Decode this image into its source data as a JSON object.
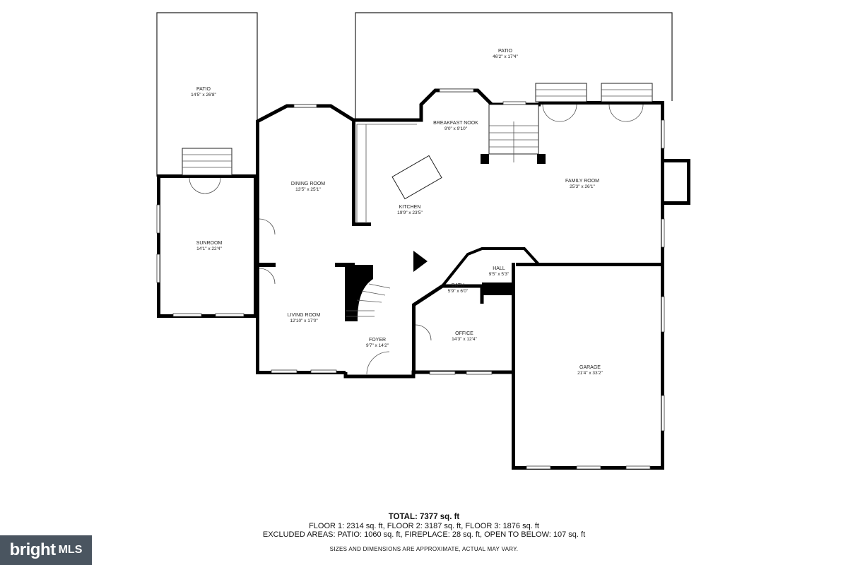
{
  "rooms": [
    {
      "id": "patio-left",
      "name": "PATIO",
      "dim": "14'5\" x 26'8\""
    },
    {
      "id": "patio-top",
      "name": "PATIO",
      "dim": "46'2\" x 17'4\""
    },
    {
      "id": "breakfast-nook",
      "name": "BREAKFAST NOOK",
      "dim": "9'0\" x 9'10\""
    },
    {
      "id": "dining-room",
      "name": "DINING ROOM",
      "dim": "13'5\" x 25'1\""
    },
    {
      "id": "family-room",
      "name": "FAMILY ROOM",
      "dim": "25'3\" x 26'1\""
    },
    {
      "id": "kitchen",
      "name": "KITCHEN",
      "dim": "19'9\" x 23'5\""
    },
    {
      "id": "sunroom",
      "name": "SUNROOM",
      "dim": "14'1\" x 22'4\""
    },
    {
      "id": "hall",
      "name": "HALL",
      "dim": "9'5\" x 5'3\""
    },
    {
      "id": "bath",
      "name": "BATH",
      "dim": "5'9\" x 6'0\""
    },
    {
      "id": "living-room",
      "name": "LIVING ROOM",
      "dim": "12'10\" x 17'0\""
    },
    {
      "id": "foyer",
      "name": "FOYER",
      "dim": "9'7\" x 14'2\""
    },
    {
      "id": "office",
      "name": "OFFICE",
      "dim": "14'3\" x 12'4\""
    },
    {
      "id": "garage",
      "name": "GARAGE",
      "dim": "21'4\" x 33'2\""
    }
  ],
  "summary": {
    "total": "TOTAL: 7377 sq. ft",
    "floors": "FLOOR 1: 2314 sq. ft, FLOOR 2: 3187 sq. ft, FLOOR 3: 1876 sq. ft",
    "excluded": "EXCLUDED AREAS: PATIO: 1060 sq. ft, FIREPLACE: 28 sq. ft, OPEN TO BELOW: 107 sq. ft",
    "disclaimer": "SIZES AND DIMENSIONS ARE APPROXIMATE, ACTUAL MAY VARY."
  },
  "logo": {
    "brand": "bright",
    "suffix": "MLS"
  }
}
